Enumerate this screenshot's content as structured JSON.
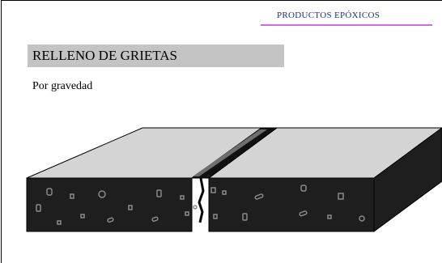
{
  "header": {
    "tag": "PRODUCTOS EPÓXICOS"
  },
  "title": "RELLENO DE GRIETAS",
  "subtitle": "Por gravedad",
  "colors": {
    "accent": "#d06be0",
    "tag_text": "#1f2f7a",
    "title_bg": "#c4c4c4",
    "slab_top": "#d4d4d4",
    "slab_side": "#1e1e1e"
  }
}
